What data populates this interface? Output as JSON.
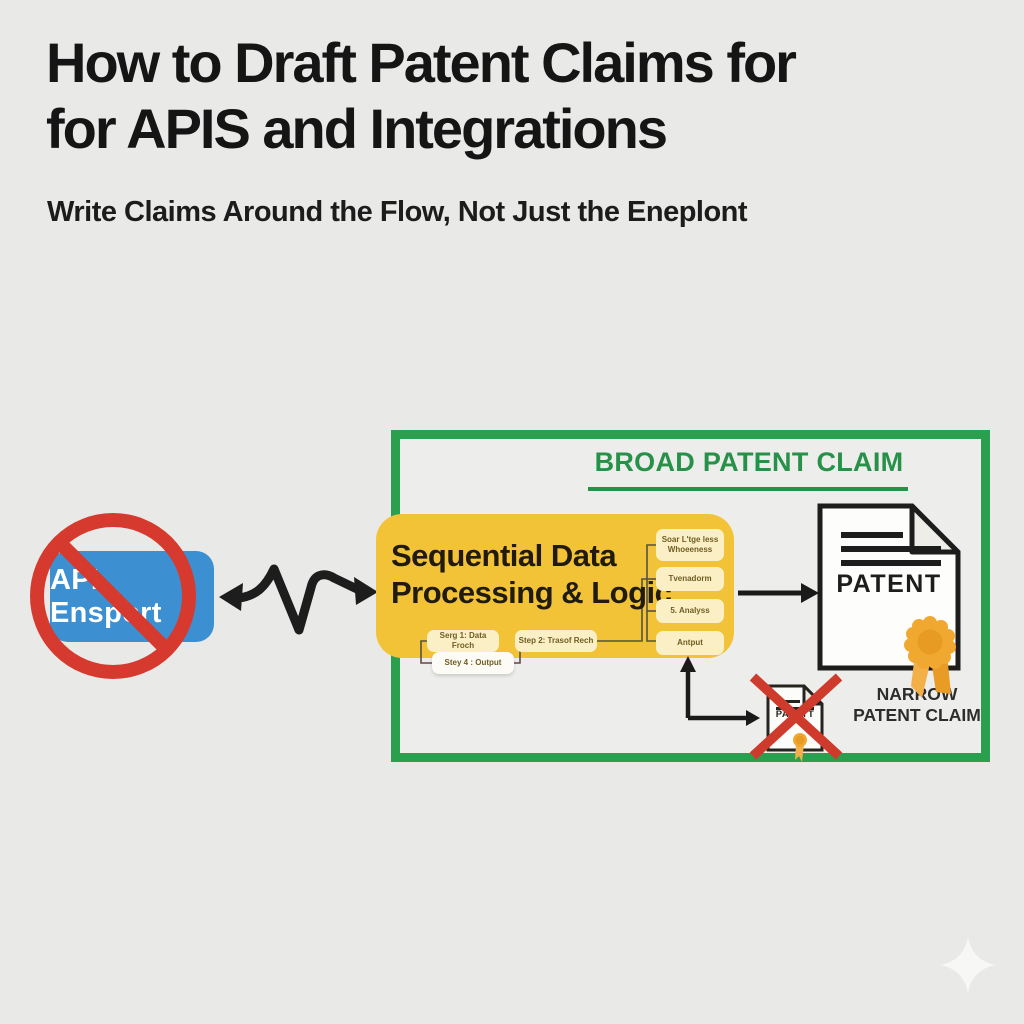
{
  "title": {
    "line1": "How to Draft Patent Claims for",
    "line2": "for APIS and Integrations"
  },
  "subtitle": "Write Claims Around the Flow, Not Just the Eneplont",
  "claim_frame": {
    "heading": "BROAD PATENT CLAIM"
  },
  "api_box": {
    "label": "API Ensport"
  },
  "process_box": {
    "heading_line1": "Sequential Data",
    "heading_line2": "Processing & Logic",
    "side_steps": [
      "Soar L'tge less Whoeeness",
      "Tvenadorm",
      "5. Analyss",
      "Antput"
    ],
    "bottom_steps": [
      "Serg 1: Data Froch",
      "Step 2: Trasof Rech",
      "Stey 4 : Output"
    ]
  },
  "patent_document": {
    "label": "PATENT"
  },
  "rejected_patent": {
    "doc_label": "PATETT",
    "caption_line1": "NARROW",
    "caption_line2": "PATENT CLAIM"
  },
  "icons": {
    "prohibition": "red prohibition circle with slash",
    "zigzag_arrow": "black broken-connection zigzag double arrow",
    "flow_arrow": "black right arrow",
    "elbow_arrow": "black elbow arrow up and right",
    "patent_seal": "orange ribbon rosette seal",
    "red_cross": "red X rejection mark",
    "sparkle": "white four-point sparkle"
  },
  "colors": {
    "background": "#e9e9e7",
    "frame_green": "#2aa04f",
    "heading_green": "#27914a",
    "process_yellow": "#f2c237",
    "mini_box_yellow": "#faefc5",
    "api_blue": "#3c8fd1",
    "prohibition_red": "#d63a2e",
    "seal_orange": "#f1a830",
    "text_dark": "#1d1d1d"
  }
}
